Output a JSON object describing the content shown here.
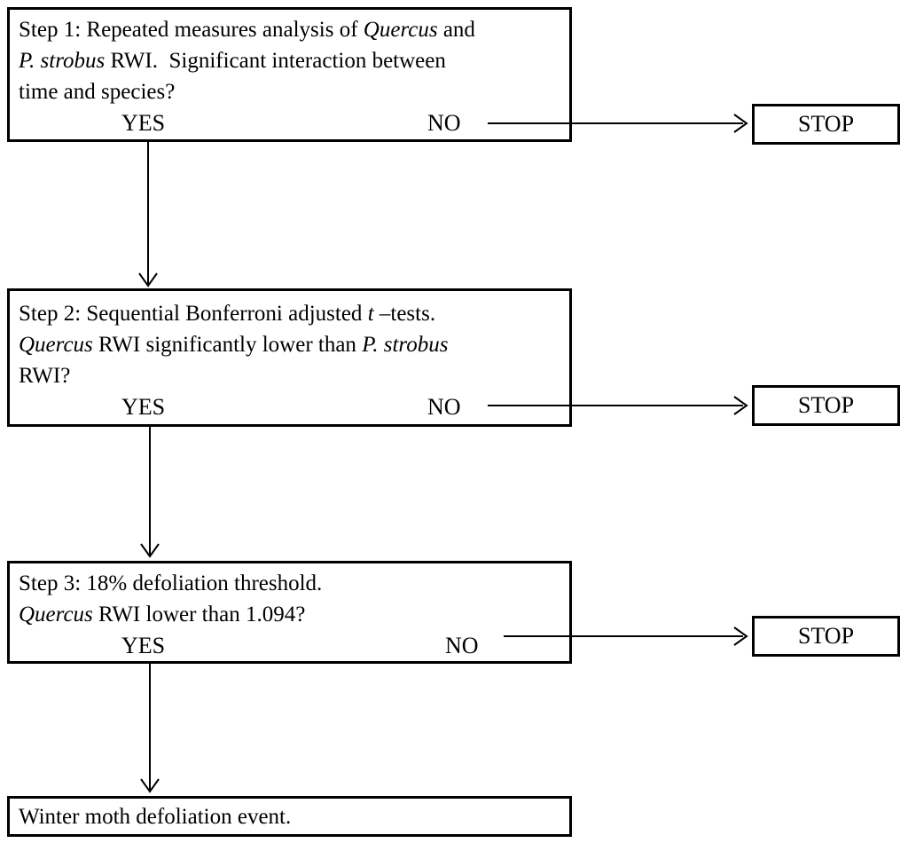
{
  "figure": {
    "type": "flowchart",
    "colors": {
      "border": "#000000",
      "background": "#ffffff",
      "text": "#000000"
    },
    "steps": [
      {
        "id": "step-1",
        "lines": [
          [
            {
              "text": "Step 1: Repeated measures analysis of "
            },
            {
              "text": "Quercus",
              "italic": true
            },
            {
              "text": " and"
            }
          ],
          [
            {
              "text": "P. strobus",
              "italic": true
            },
            {
              "text": " RWI.  Significant interaction between"
            }
          ],
          [
            {
              "text": "time and species?"
            }
          ]
        ],
        "yes": "YES",
        "no": "NO"
      },
      {
        "id": "step-2",
        "lines": [
          [
            {
              "text": "Step 2: Sequential Bonferroni adjusted "
            },
            {
              "text": "t",
              "italic": true
            },
            {
              "text": " –tests."
            }
          ],
          [
            {
              "text": "Quercus",
              "italic": true
            },
            {
              "text": " RWI significantly lower than "
            },
            {
              "text": "P. strobus",
              "italic": true
            }
          ],
          [
            {
              "text": "RWI?"
            }
          ]
        ],
        "yes": "YES",
        "no": "NO"
      },
      {
        "id": "step-3",
        "lines": [
          [
            {
              "text": "Step 3: 18% defoliation threshold."
            }
          ],
          [
            {
              "text": "Quercus",
              "italic": true
            },
            {
              "text": " RWI lower than 1.094?"
            }
          ]
        ],
        "yes": "YES",
        "no": "NO"
      }
    ],
    "result": {
      "lines": [
        [
          {
            "text": "Winter moth defoliation event."
          }
        ]
      ]
    },
    "stops": [
      {
        "label": "STOP"
      },
      {
        "label": "STOP"
      },
      {
        "label": "STOP"
      }
    ]
  }
}
